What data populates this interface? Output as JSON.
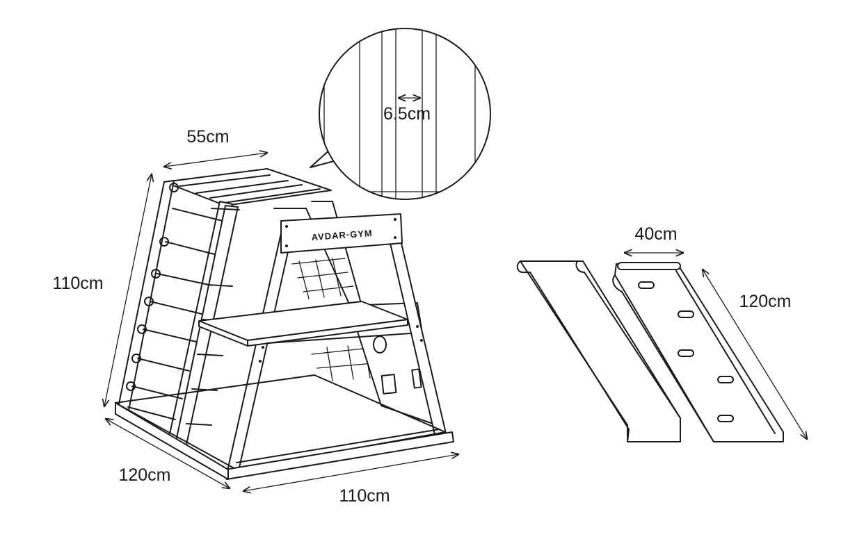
{
  "brand_label": "AVDAR·GYM",
  "dimensions": {
    "top_width": "55cm",
    "height": "110cm",
    "depth": "120cm",
    "base_width": "110cm",
    "rung_spacing": "6.5cm",
    "slide_width": "40cm",
    "slide_length": "120cm"
  }
}
